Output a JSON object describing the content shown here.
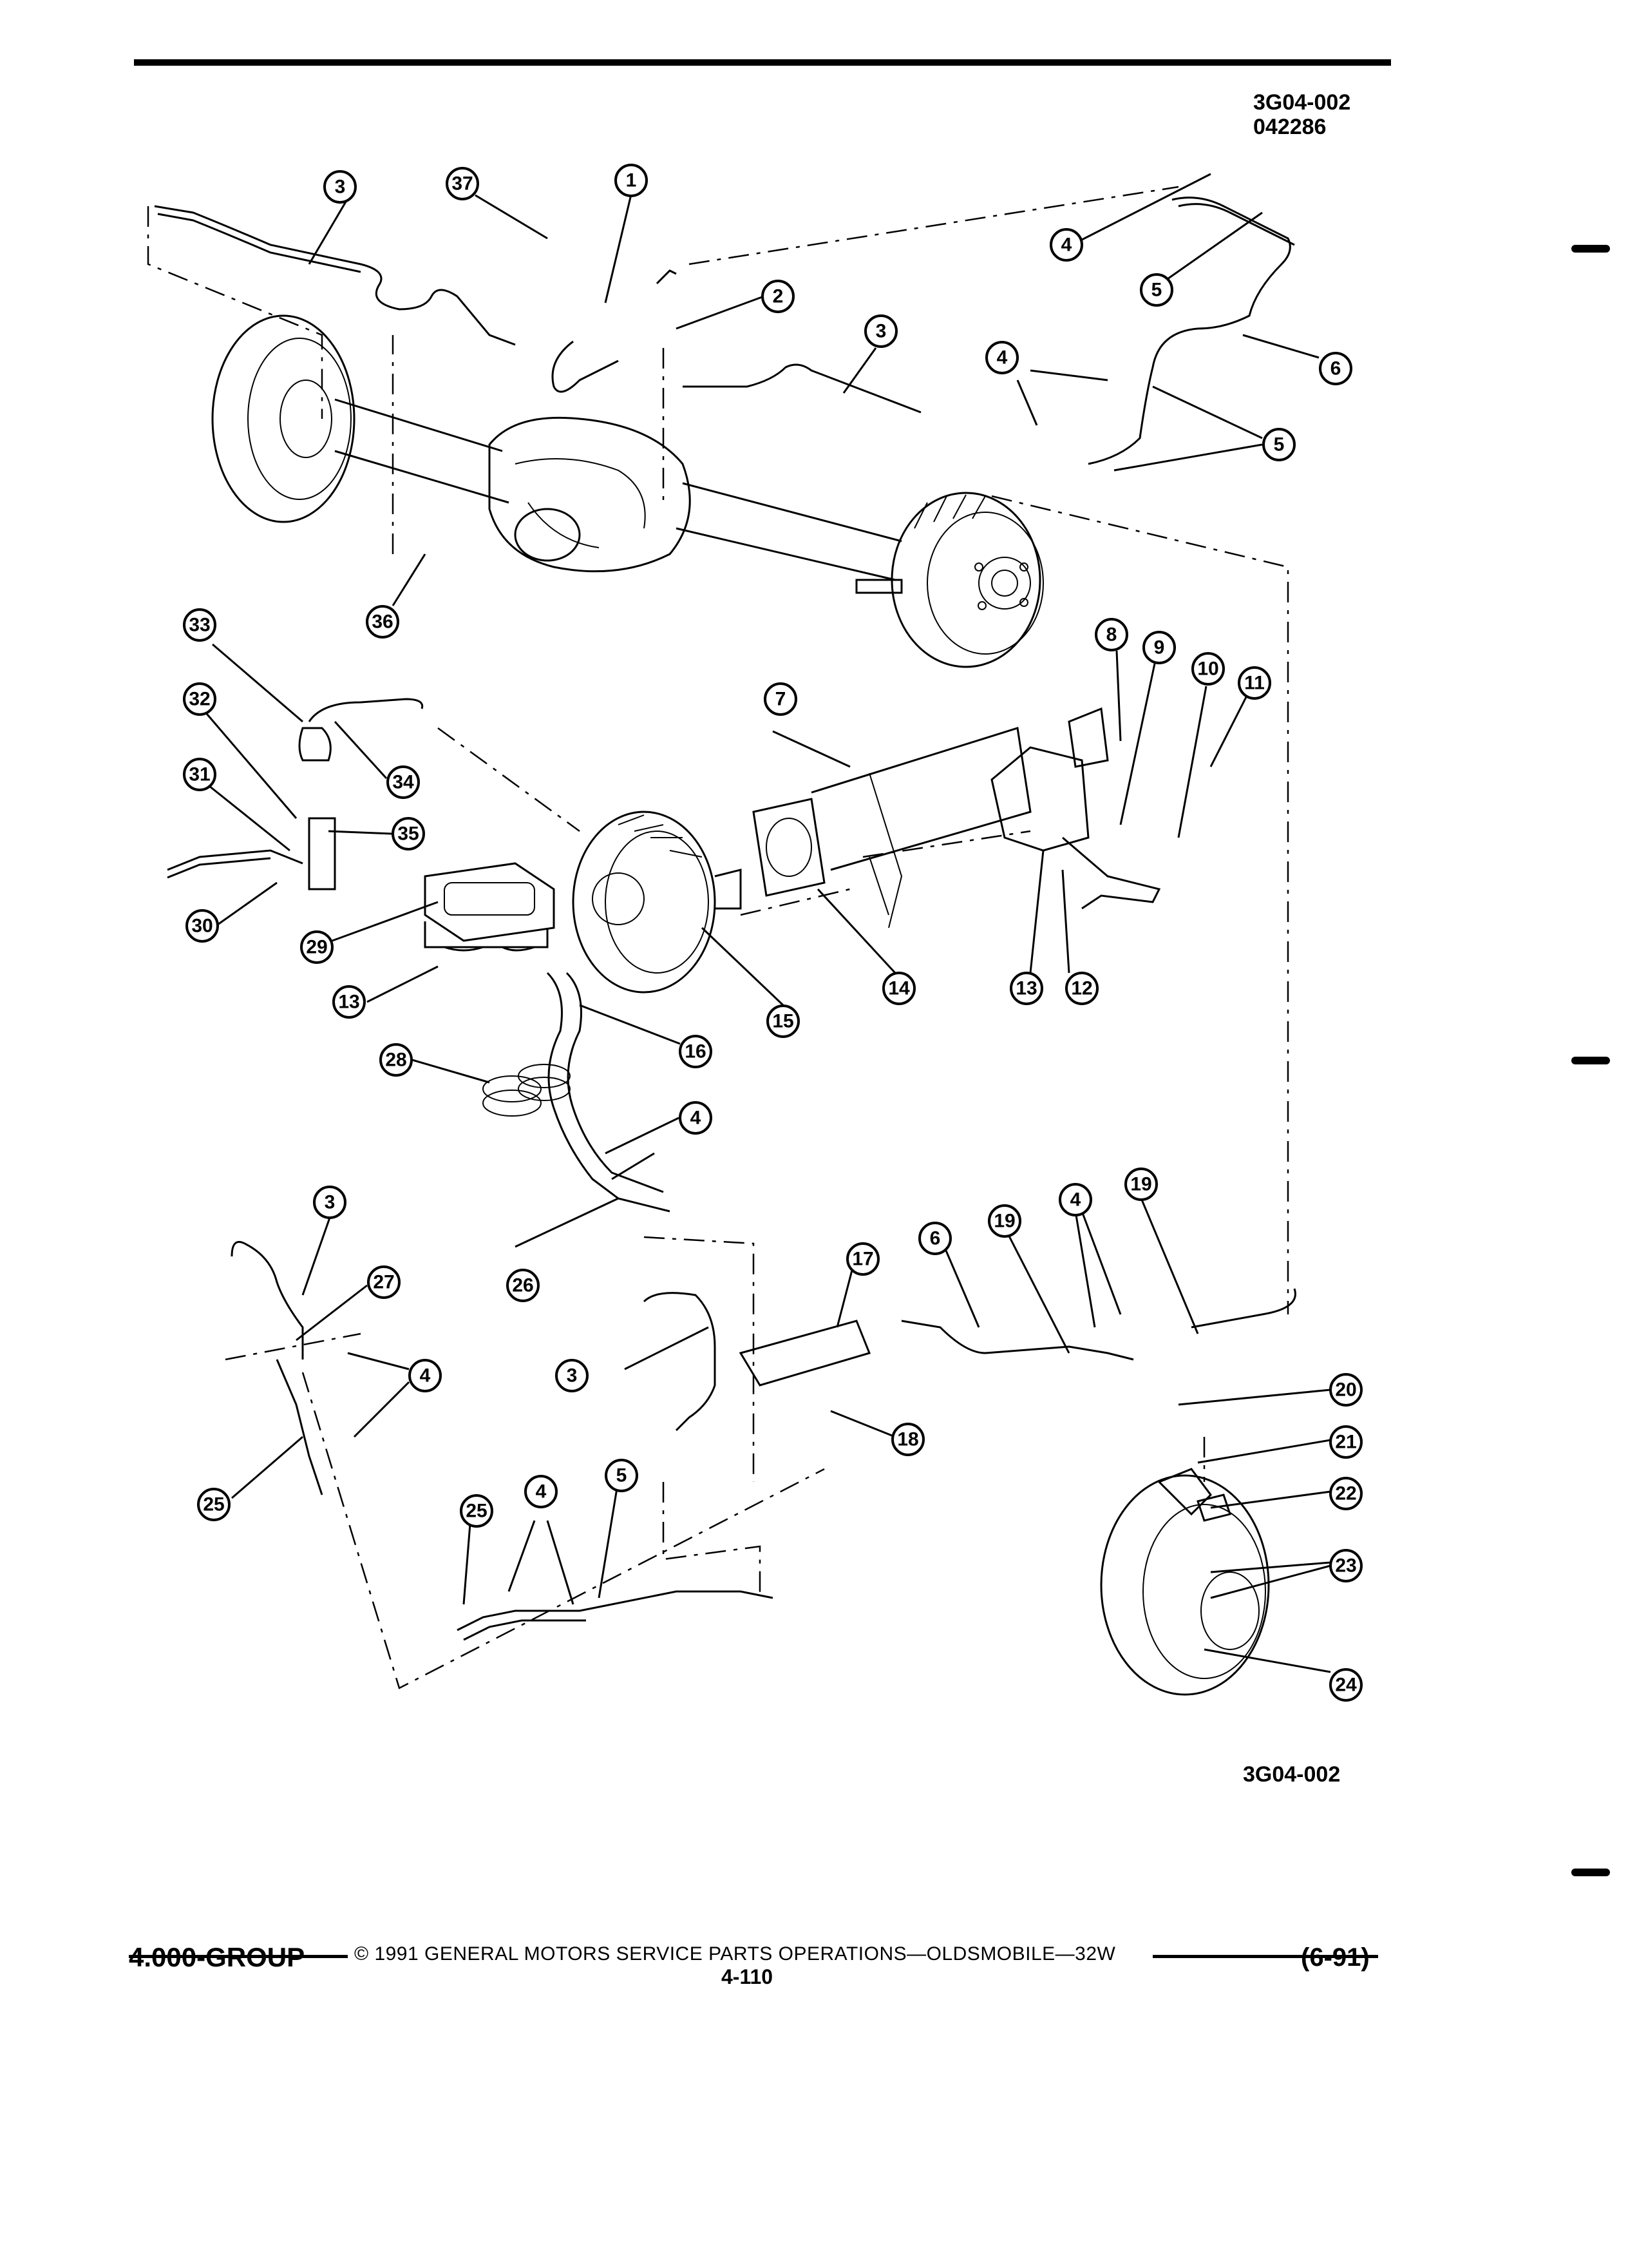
{
  "figure": {
    "ref_top_1": "3G04-002",
    "ref_top_2": "042286",
    "ref_bottom": "3G04-002"
  },
  "footer": {
    "group": "4.000-GROUP",
    "copyright": "© 1991 GENERAL MOTORS SERVICE PARTS OPERATIONS—OLDSMOBILE—32W",
    "page": "4-110",
    "date": "(6-91)"
  },
  "callouts": {
    "c1": "1",
    "c2": "2",
    "c3a": "3",
    "c3b": "3",
    "c3c": "3",
    "c3d": "3",
    "c4a": "4",
    "c4b": "4",
    "c4c": "4",
    "c4d": "4",
    "c4e": "4",
    "c4f": "4",
    "c5a": "5",
    "c5b": "5",
    "c5c": "5",
    "c6a": "6",
    "c6b": "6",
    "c7": "7",
    "c8": "8",
    "c9": "9",
    "c10": "10",
    "c11": "11",
    "c12": "12",
    "c13a": "13",
    "c13b": "13",
    "c14": "14",
    "c15": "15",
    "c16": "16",
    "c17": "17",
    "c18": "18",
    "c19a": "19",
    "c19b": "19",
    "c20": "20",
    "c21": "21",
    "c22": "22",
    "c23": "23",
    "c24": "24",
    "c25a": "25",
    "c25b": "25",
    "c26": "26",
    "c27": "27",
    "c28": "28",
    "c29": "29",
    "c30": "30",
    "c31": "31",
    "c32": "32",
    "c33": "33",
    "c34": "34",
    "c35": "35",
    "c36": "36",
    "c37": "37"
  }
}
